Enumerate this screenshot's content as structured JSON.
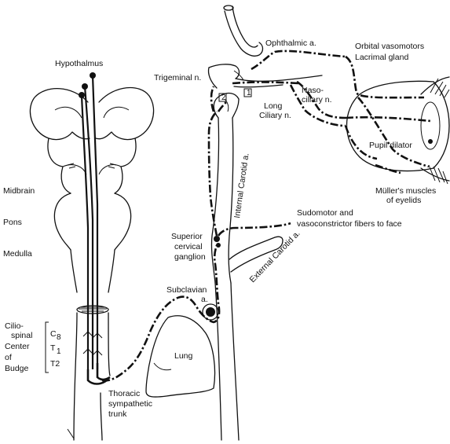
{
  "labels": {
    "hypothalmus": "Hypothalmus",
    "midbrain": "Midbrain",
    "pons": "Pons",
    "medulla": "Medulla",
    "ciliospinal_1": "Cilio-",
    "ciliospinal_2": "spinal",
    "center": "Center",
    "of": "of",
    "budge": "Budge",
    "c8": "C",
    "c8_sub": "8",
    "t1": "T",
    "t1_sub": "1",
    "t2": "T2",
    "trigeminal": "Trigeminal n.",
    "ophthalmic": "Ophthalmic a.",
    "orbital_vasomotors": "Orbital vasomotors",
    "lacrimal_gland": "Lacrimal gland",
    "naso_1": "Naso-",
    "naso_2": "ciliary n.",
    "long_1": "Long",
    "long_2": "Ciliary n.",
    "pupil_dilator": "Pupil dilator",
    "mullers_1": "Müller's muscles",
    "mullers_2": "of eyelids",
    "internal_carotid": "Internal Carotid a.",
    "sudomotor_1": "Sudomotor and",
    "sudomotor_2": "vasoconstrictor fibers to face",
    "superior_1": "Superior",
    "superior_2": "cervical",
    "superior_3": "ganglion",
    "external_carotid": "External Carotid a.",
    "subclavian_1": "Subclavian",
    "subclavian_2": "a.",
    "lung": "Lung",
    "thoracic_1": "Thoracic",
    "thoracic_2": "sympathetic",
    "thoracic_3": "trunk",
    "marker_1": "1",
    "marker_2": "2"
  }
}
